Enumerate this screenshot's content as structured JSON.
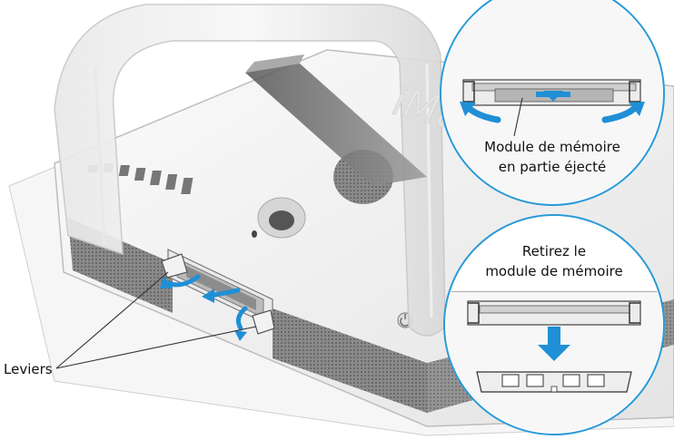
{
  "labels": {
    "callout_top_line1": "Module de mémoire",
    "callout_top_line2": "en partie éjecté",
    "callout_bottom_line1": "Retirez le",
    "callout_bottom_line2": "module de mémoire",
    "levers": "Leviers",
    "brand": "iMac"
  },
  "colors": {
    "arrow_blue": "#1f8fd6",
    "circle_border": "#2a9ad8",
    "housing_gray": "#c8c8c8",
    "background": "#ffffff"
  },
  "icons": [
    "power-icon",
    "arrow-down-icon",
    "arrow-curved-left-icon",
    "arrow-curved-right-icon"
  ]
}
